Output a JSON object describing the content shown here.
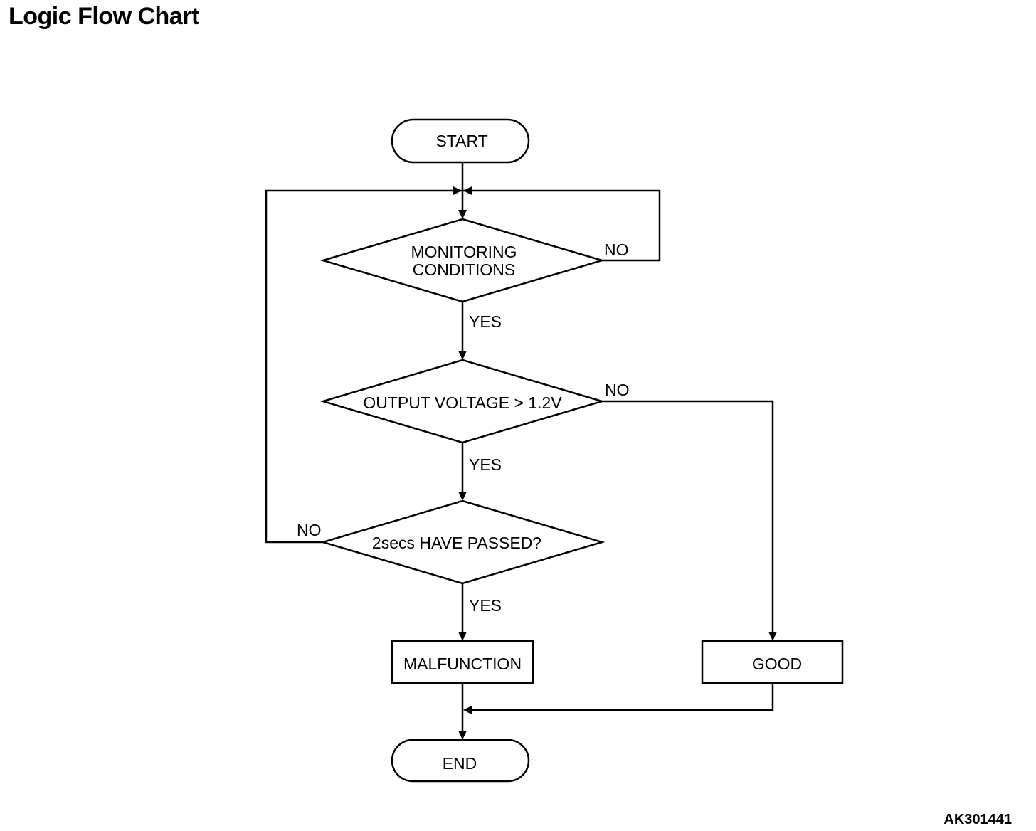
{
  "title": "Logic Flow Chart",
  "figure_code": "AK301441",
  "nodes": {
    "start": "START",
    "monitoring_line1": "MONITORING",
    "monitoring_line2": "CONDITIONS",
    "voltage": "OUTPUT VOLTAGE > 1.2V",
    "time": "2secs HAVE PASSED?",
    "malfunction": "MALFUNCTION",
    "good": "GOOD",
    "end": "END"
  },
  "labels": {
    "yes": "YES",
    "no": "NO"
  }
}
